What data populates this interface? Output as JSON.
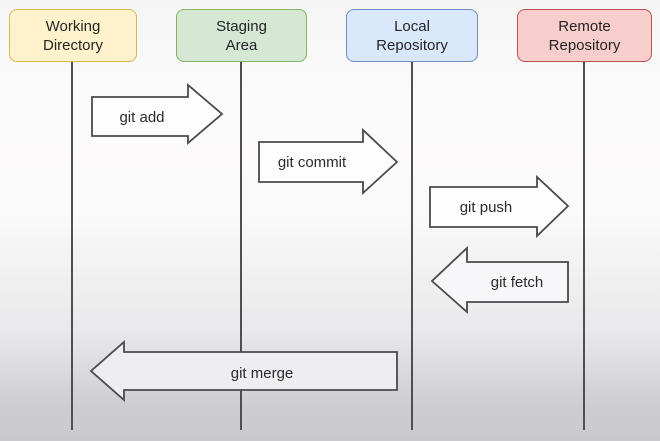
{
  "diagram": {
    "kind": "git-workflow-sequence-diagram",
    "nodes": [
      {
        "label": "Working Directory",
        "fill": "#FFF2CC",
        "stroke": "#D6B656"
      },
      {
        "label": "Staging Area",
        "fill": "#D5E8D4",
        "stroke": "#82B366"
      },
      {
        "label": "Local Repository",
        "fill": "#DAE8FC",
        "stroke": "#6C8EBF"
      },
      {
        "label": "Remote Repository",
        "fill": "#F8CECC",
        "stroke": "#B85450"
      }
    ],
    "arrows": [
      {
        "label": "git add",
        "from": "Working Directory",
        "to": "Staging Area",
        "direction": "right"
      },
      {
        "label": "git commit",
        "from": "Staging Area",
        "to": "Local Repository",
        "direction": "right"
      },
      {
        "label": "git push",
        "from": "Local Repository",
        "to": "Remote Repository",
        "direction": "right"
      },
      {
        "label": "git fetch",
        "from": "Remote Repository",
        "to": "Local Repository",
        "direction": "left"
      },
      {
        "label": "git merge",
        "from": "Local Repository",
        "to": "Working Directory",
        "direction": "left"
      }
    ],
    "colors": {
      "line": "#4f4f4f",
      "arrow_outline": "#4a4a4a",
      "text": "#2b2b2b"
    }
  }
}
